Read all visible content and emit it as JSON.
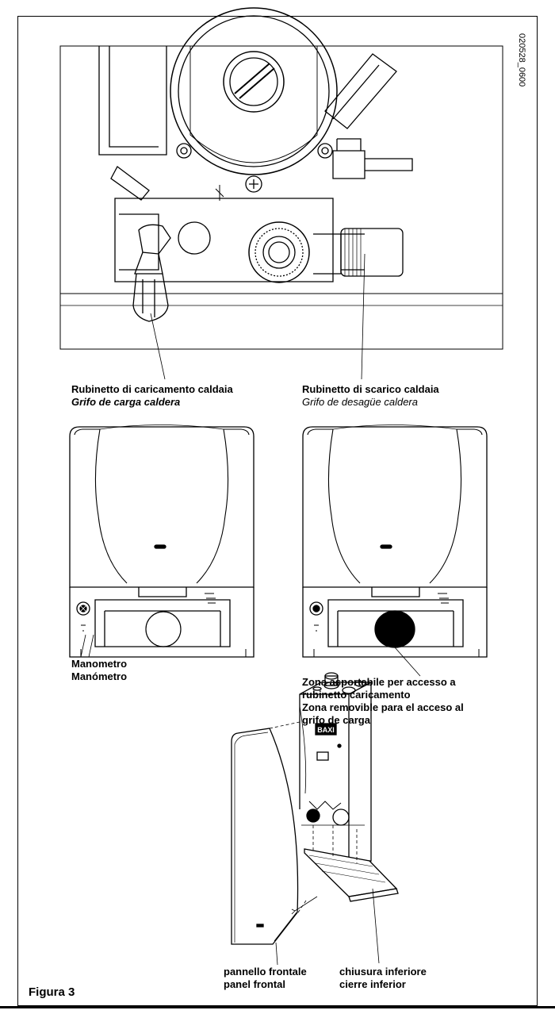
{
  "document_code": "020528_0600",
  "callouts": {
    "fill_tap": {
      "it": "Rubinetto di caricamento caldaia",
      "es": "Grifo de carga caldera"
    },
    "drain_tap": {
      "it": "Rubinetto di scarico caldaia",
      "es": "Grifo de desagüe caldera"
    },
    "pressure_gauge": {
      "it": "Manometro",
      "es": "Manómetro"
    },
    "removable_zone": {
      "it_line1": "Zona asportabile per accesso a",
      "it_line2": "rubinetto caricamento",
      "es_line1": "Zona removible para el acceso al",
      "es_line2": "grifo de carga"
    },
    "front_panel": {
      "it": "pannello frontale",
      "es": "panel frontal"
    },
    "bottom_closure": {
      "it": "chiusura inferiore",
      "es": "cierre inferior"
    }
  },
  "figure_caption": "Figura 3",
  "boiler_brand": "BAXI"
}
